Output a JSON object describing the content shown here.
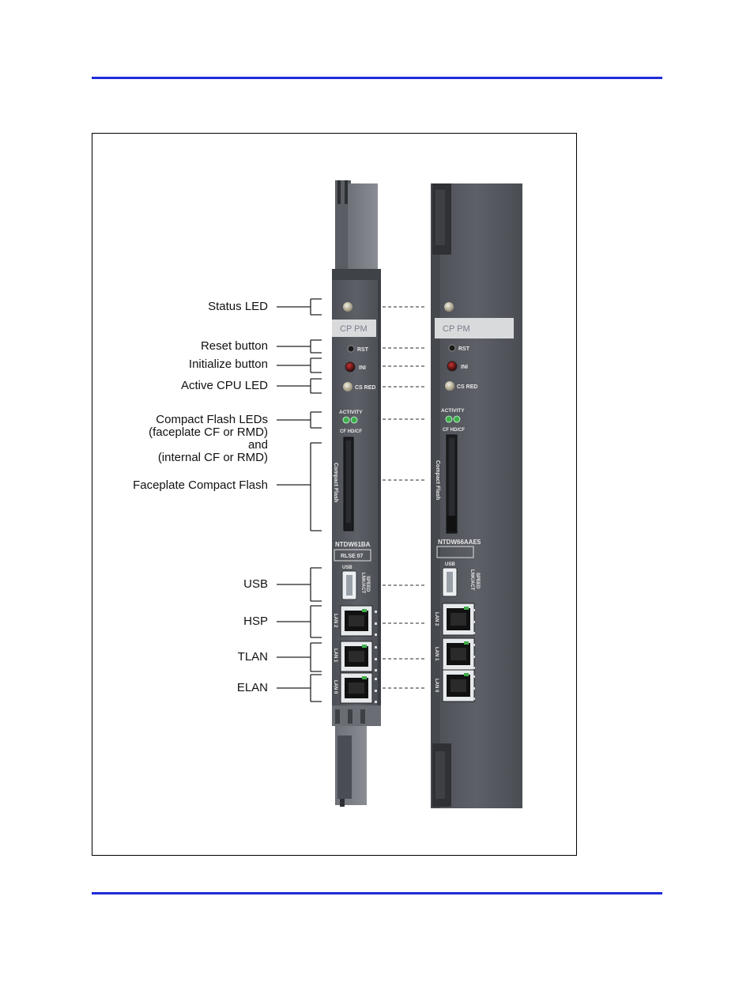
{
  "callouts": {
    "status_led": "Status LED",
    "reset_button": "Reset button",
    "initialize_button": "Initialize button",
    "active_cpu_led": "Active CPU LED",
    "cf_leds_line1": "Compact Flash LEDs",
    "cf_leds_line2": "(faceplate CF or RMD)",
    "cf_leds_line3": "and",
    "cf_leds_line4": "(internal CF or RMD)",
    "faceplate_cf": "Faceplate Compact Flash",
    "usb": "USB",
    "hsp": "HSP",
    "tlan": "TLAN",
    "elan": "ELAN"
  },
  "card_left": {
    "label": "CP PM",
    "rst": "RST",
    "ini": "INI",
    "cs_red": "CS RED",
    "activity": "ACTIVITY",
    "cf_hdcf": "CF  HD/CF",
    "compact_flash": "Compact Flash",
    "model": "NTDW61BA",
    "release": "RLSE 07",
    "usb": "USB",
    "lnk": "LNK/ACT",
    "speed": "SPEED",
    "lan2": "LAN 2",
    "lan1": "LAN 1",
    "lan0": "LAN 0"
  },
  "card_right": {
    "label": "CP PM",
    "rst": "RST",
    "ini": "INI",
    "cs_red": "CS RED",
    "activity": "ACTIVITY",
    "cf_hdcf": "CF  HD/CF",
    "compact_flash": "Compact Flash",
    "model": "NTDW66AAE5",
    "usb": "USB",
    "lnk": "LNK/ACT",
    "speed": "SPEED",
    "lan2": "LAN 2",
    "lan1": "LAN 1",
    "lan0": "LAN 0"
  },
  "colors": {
    "rule": "#1f2bd6",
    "card": "#55585e",
    "card_dark": "#45484d",
    "led_green": "#3fae4a"
  }
}
